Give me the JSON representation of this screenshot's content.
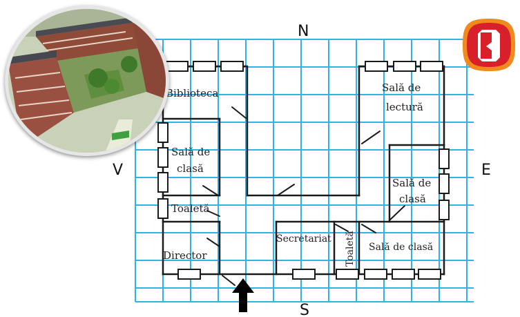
{
  "directions": {
    "north": "N",
    "south": "S",
    "east": "E",
    "west": "V"
  },
  "rooms": {
    "biblioteca": "Biblioteca",
    "sala_lectura_line1": "Sală de",
    "sala_lectura_line2": "lectură",
    "sala_clasa_west_line1": "Sală de",
    "sala_clasa_west_line2": "clasă",
    "sala_clasa_east_line1": "Sală de",
    "sala_clasa_east_line2": "clasă",
    "toaleta_west": "Toaletă",
    "director": "Director",
    "secretariat": "Secretariat",
    "toaleta_south": "Toaletă",
    "sala_clasa_south": "Sală de clasă"
  },
  "colors": {
    "grid": "#29b6e0",
    "walls": "#1a1a1a",
    "badge_outer": "#f08a1c",
    "badge_inner": "#d8202a"
  },
  "icons": {
    "entrance": "entrance-arrow-icon",
    "badge": "red-badge-icon",
    "photo": "school-building-photo"
  }
}
